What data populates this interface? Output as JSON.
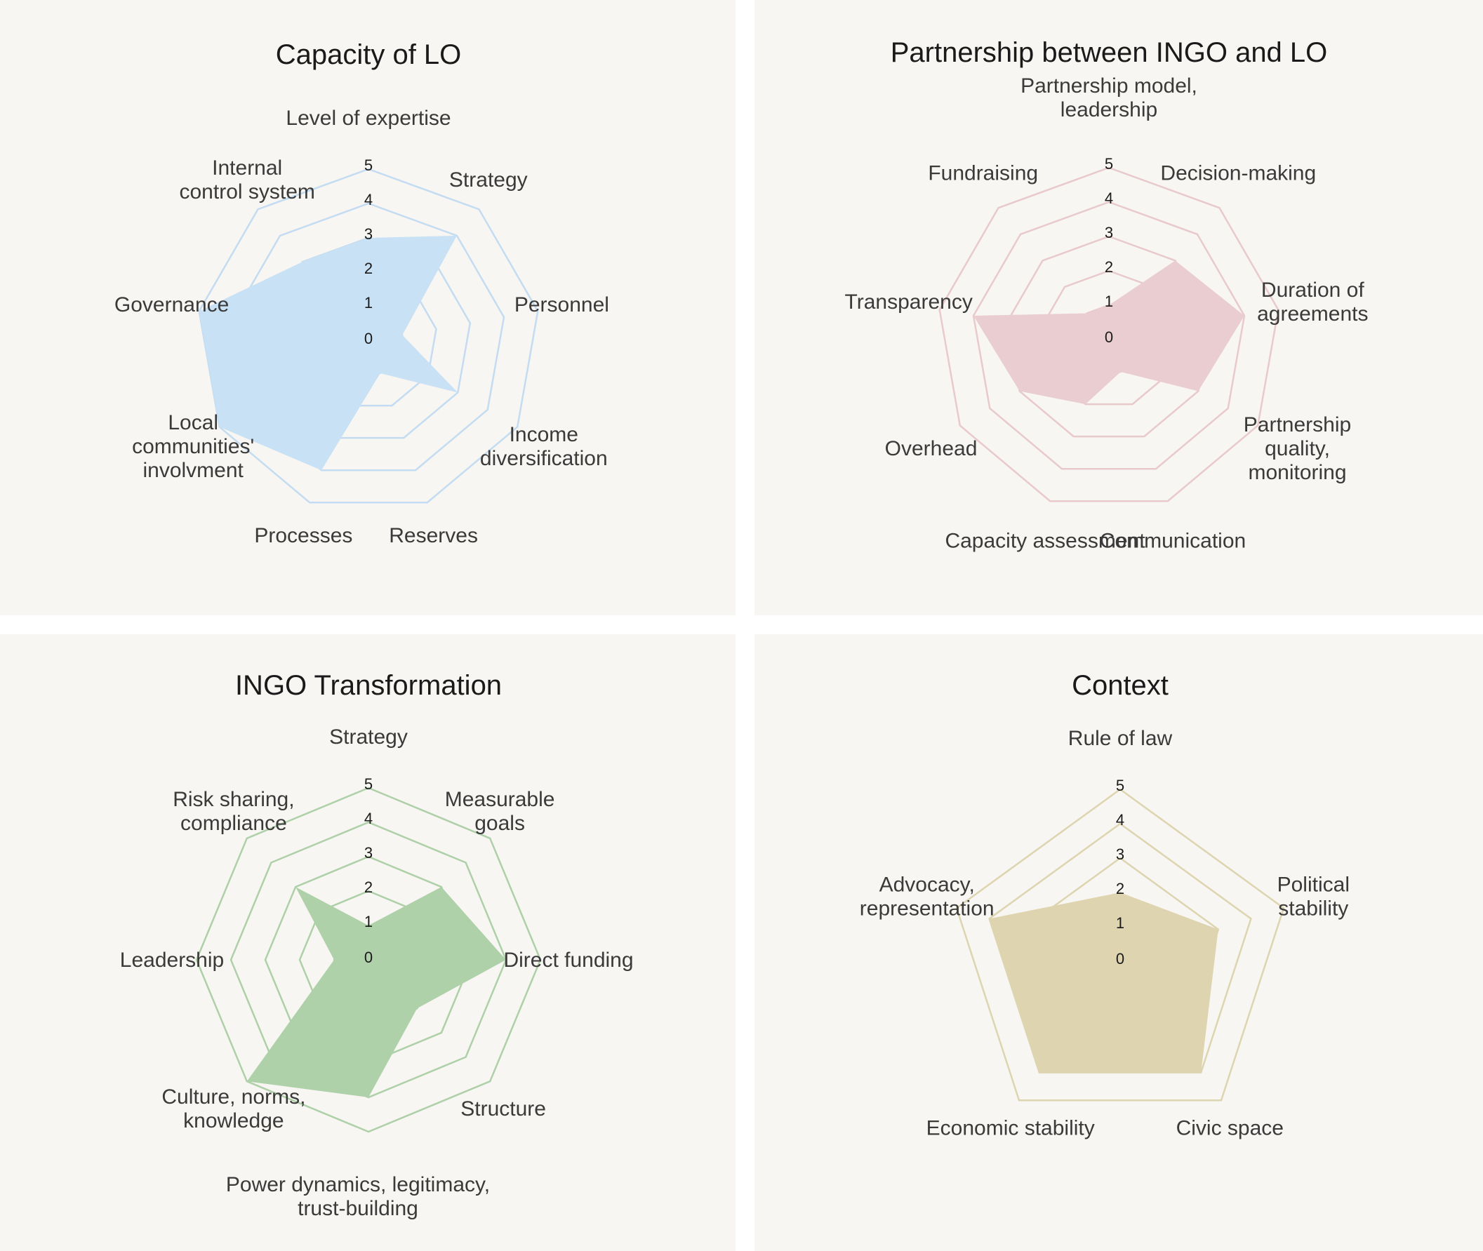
{
  "chart_data": [
    {
      "type": "radar",
      "title": "Capacity of LO",
      "rlim": [
        0,
        5
      ],
      "ticks": [
        "0",
        "1",
        "2",
        "3",
        "4",
        "5"
      ],
      "axes": [
        [
          "Level of expertise"
        ],
        [
          "Strategy"
        ],
        [
          "Personnel"
        ],
        [
          "Income",
          "diversification"
        ],
        [
          "Reserves"
        ],
        [
          "Processes"
        ],
        [
          "Local",
          "communities'",
          "involvment"
        ],
        [
          "Governance"
        ],
        [
          "Internal",
          "control system"
        ]
      ],
      "values": [
        3,
        4,
        1,
        3,
        1,
        4,
        5,
        5,
        3
      ],
      "fill_color": "#c9e1f5",
      "grid_color": "#c3dcf1"
    },
    {
      "type": "radar",
      "title": "Partnership between INGO and LO",
      "rlim": [
        0,
        5
      ],
      "ticks": [
        "0",
        "1",
        "2",
        "3",
        "4",
        "5"
      ],
      "axes": [
        [
          "Partnership model,",
          "leadership"
        ],
        [
          "Decision-making"
        ],
        [
          "Duration of",
          "agreements"
        ],
        [
          "Partnership",
          "quality,",
          "monitoring"
        ],
        [
          "Communication"
        ],
        [
          "Capacity assessment"
        ],
        [
          "Overhead"
        ],
        [
          "Transparency"
        ],
        [
          "Fundraising"
        ]
      ],
      "values": [
        1,
        3,
        4,
        3,
        1,
        2,
        3,
        4,
        1
      ],
      "fill_color": "#eacdd1",
      "grid_color": "#e8c9cc"
    },
    {
      "type": "radar",
      "title": "INGO Transformation",
      "rlim": [
        0,
        5
      ],
      "ticks": [
        "0",
        "1",
        "2",
        "3",
        "4",
        "5"
      ],
      "axes": [
        [
          "Strategy"
        ],
        [
          "Measurable",
          "goals"
        ],
        [
          "Direct funding"
        ],
        [
          "Structure"
        ],
        [
          "Power dynamics, legitimacy,",
          "trust-building"
        ],
        [
          "Culture, norms,",
          "knowledge"
        ],
        [
          "Leadership"
        ],
        [
          "Risk sharing,",
          "compliance"
        ]
      ],
      "values": [
        1,
        3,
        4,
        2,
        4,
        5,
        1,
        3
      ],
      "fill_color": "#afd1aa",
      "grid_color": "#aed0a8"
    },
    {
      "type": "radar",
      "title": "Context",
      "rlim": [
        0,
        5
      ],
      "ticks": [
        "0",
        "1",
        "2",
        "3",
        "4",
        "5"
      ],
      "axes": [
        [
          "Rule of law"
        ],
        [
          "Political",
          "stability"
        ],
        [
          "Civic space"
        ],
        [
          "Economic stability"
        ],
        [
          "Advocacy,",
          "representation"
        ]
      ],
      "values": [
        2,
        3,
        4,
        4,
        4
      ],
      "fill_color": "#ded5b0",
      "grid_color": "#ddd4b0"
    }
  ]
}
